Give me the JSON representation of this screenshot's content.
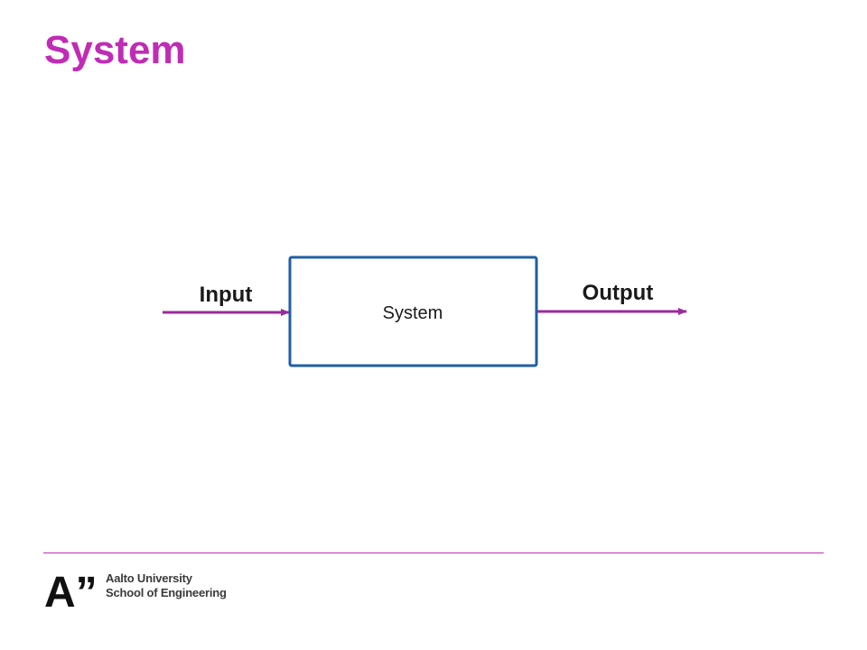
{
  "slide": {
    "title": "System"
  },
  "diagram": {
    "input_label": "Input",
    "output_label": "Output",
    "block_label": "System"
  },
  "footer": {
    "logo_mark": "A”",
    "org_line1": "Aalto University",
    "org_line2": "School of Engineering"
  },
  "colors": {
    "accent": "#c02cb5",
    "arrow": "#9b2a9b",
    "box_border": "#1f5fa5",
    "text": "#1a1a1a"
  }
}
